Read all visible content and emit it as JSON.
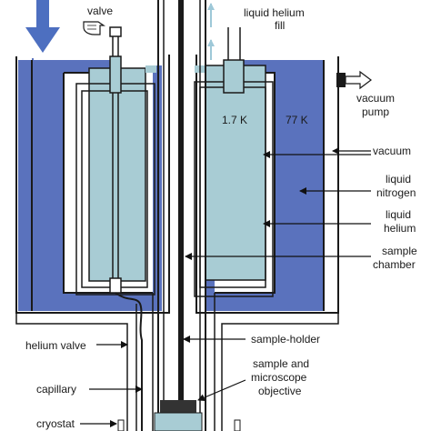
{
  "labels": {
    "valve": "valve",
    "helium_fill_line1": "liquid helium",
    "helium_fill_line2": "fill",
    "temp_helium": "1.7 K",
    "temp_nitrogen": "77 K",
    "vacuum_pump_line1": "vacuum",
    "vacuum_pump_line2": "pump",
    "vacuum": "vacuum",
    "liquid_nitrogen_line1": "liquid",
    "liquid_nitrogen_line2": "nitrogen",
    "liquid_helium_line1": "liquid",
    "liquid_helium_line2": "helium",
    "sample_chamber_line1": "sample",
    "sample_chamber_line2": "chamber",
    "helium_valve": "helium valve",
    "sample_holder": "sample-holder",
    "sample_objective_line1": "sample and",
    "sample_objective_line2": "microscope",
    "sample_objective_line3": "objective",
    "capillary": "capillary",
    "cryostat": "cryostat"
  },
  "colors": {
    "liquid_nitrogen": "#5a72bd",
    "liquid_helium": "#a8ccd4",
    "outline": "#1a1a1a",
    "arrow": "#111111",
    "flow_arrow": "#9ec8d8",
    "big_arrow": "#4d6fc0"
  },
  "icons": [
    "down-arrow-icon",
    "pointing-hand-icon",
    "up-arrow-icon",
    "outlet-arrow-icon"
  ]
}
